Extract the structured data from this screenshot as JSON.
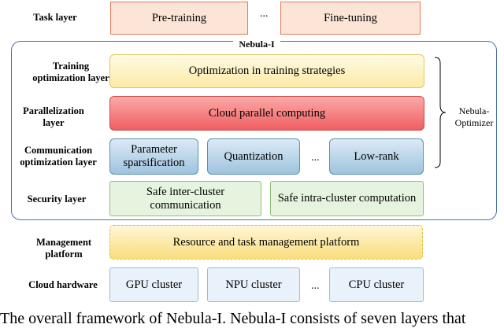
{
  "layers": {
    "task": "Task layer",
    "training_opt": "Training optimization layer",
    "parallelization": "Parallelization layer",
    "communication_opt": "Communication optimization layer",
    "security": "Security layer",
    "management": "Management platform",
    "cloud_hardware": "Cloud hardware"
  },
  "task": {
    "pretraining": "Pre-training",
    "ellipsis": "...",
    "finetuning": "Fine-tuning"
  },
  "nebula": {
    "title": "Nebula-I",
    "optimizer_label": "Nebula-Optimizer"
  },
  "training_opt": {
    "label": "Optimization in training strategies"
  },
  "parallel": {
    "label": "Cloud parallel computing"
  },
  "communication": {
    "param_sparsification": "Parameter sparsification",
    "quantization": "Quantization",
    "ellipsis": "...",
    "lowrank": "Low-rank"
  },
  "security": {
    "inter": "Safe inter-cluster communication",
    "intra": "Safe intra-cluster computation"
  },
  "management": {
    "label": "Resource and task management platform"
  },
  "hardware": {
    "gpu": "GPU cluster",
    "npu": "NPU cluster",
    "ellipsis": "...",
    "cpu": "CPU cluster"
  },
  "caption": "The overall framework of Nebula-I. Nebula-I consists of seven layers that"
}
